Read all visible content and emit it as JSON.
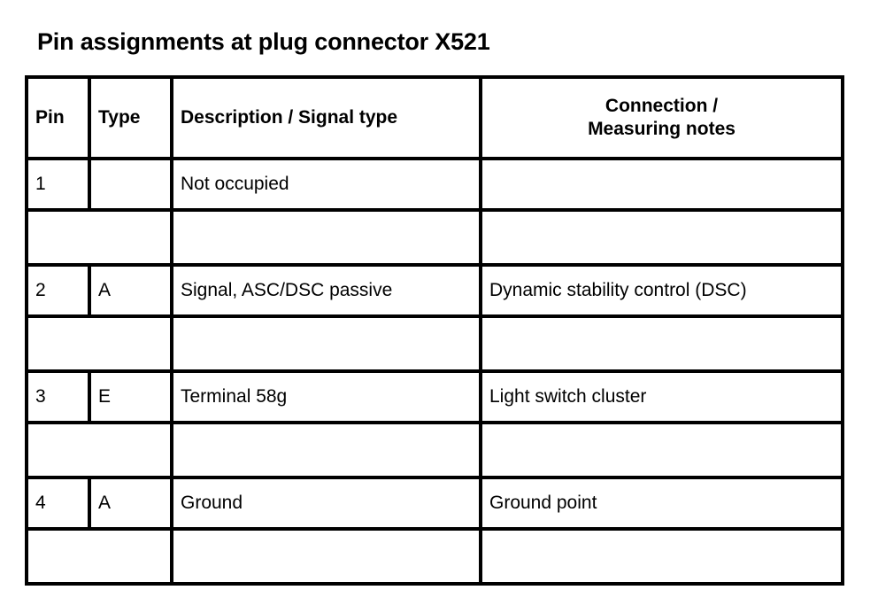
{
  "document": {
    "title": "Pin assignments at plug connector X521"
  },
  "table": {
    "name": "pin-assignment-table",
    "columns": [
      {
        "key": "pin",
        "label": "Pin",
        "align": "left"
      },
      {
        "key": "type",
        "label": "Type",
        "align": "left"
      },
      {
        "key": "desc",
        "label": "Description / Signal type",
        "align": "left"
      },
      {
        "key": "conn",
        "label_line1": "Connection /",
        "label_line2": "Measuring notes",
        "align": "center"
      }
    ],
    "rows": [
      {
        "kind": "data",
        "pin": "1",
        "type": "",
        "desc": "Not occupied",
        "conn": ""
      },
      {
        "kind": "spacer",
        "pin": "",
        "type": "",
        "desc": "",
        "conn": ""
      },
      {
        "kind": "data",
        "pin": "2",
        "type": "A",
        "desc": "Signal, ASC/DSC passive",
        "conn": "Dynamic stability control (DSC)"
      },
      {
        "kind": "spacer",
        "pin": "",
        "type": "",
        "desc": "",
        "conn": ""
      },
      {
        "kind": "data",
        "pin": "3",
        "type": "E",
        "desc": "Terminal 58g",
        "conn": "Light switch cluster"
      },
      {
        "kind": "spacer",
        "pin": "",
        "type": "",
        "desc": "",
        "conn": ""
      },
      {
        "kind": "data",
        "pin": "4",
        "type": "A",
        "desc": "Ground",
        "conn": "Ground point"
      },
      {
        "kind": "spacer",
        "pin": "",
        "type": "",
        "desc": "",
        "conn": ""
      }
    ]
  },
  "colors": {
    "page_background": "#ffffff",
    "text": "#000000",
    "table_border": "#000000"
  }
}
